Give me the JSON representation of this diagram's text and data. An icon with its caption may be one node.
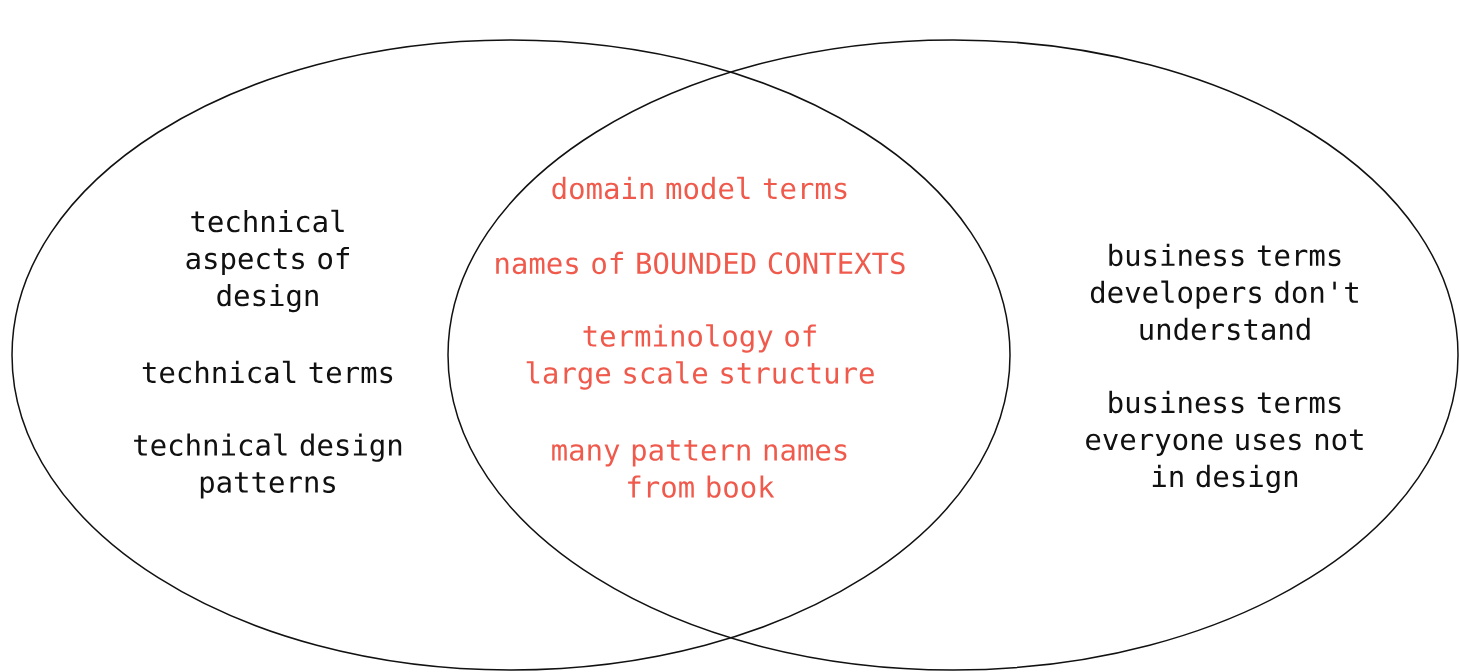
{
  "diagram": {
    "nodes": [
      {
        "text": [
          "technical aspects of design",
          "technical terms",
          "technical design patterns"
        ]
      },
      {
        "text": [
          "business terms developers don't understand",
          "business terms everyone uses not in design"
        ]
      }
    ],
    "labels": [
      "domain model terms",
      "names of BOUNDED CONTEXTS",
      "terminology of large scale structure",
      "many pattern names from book"
    ]
  }
}
